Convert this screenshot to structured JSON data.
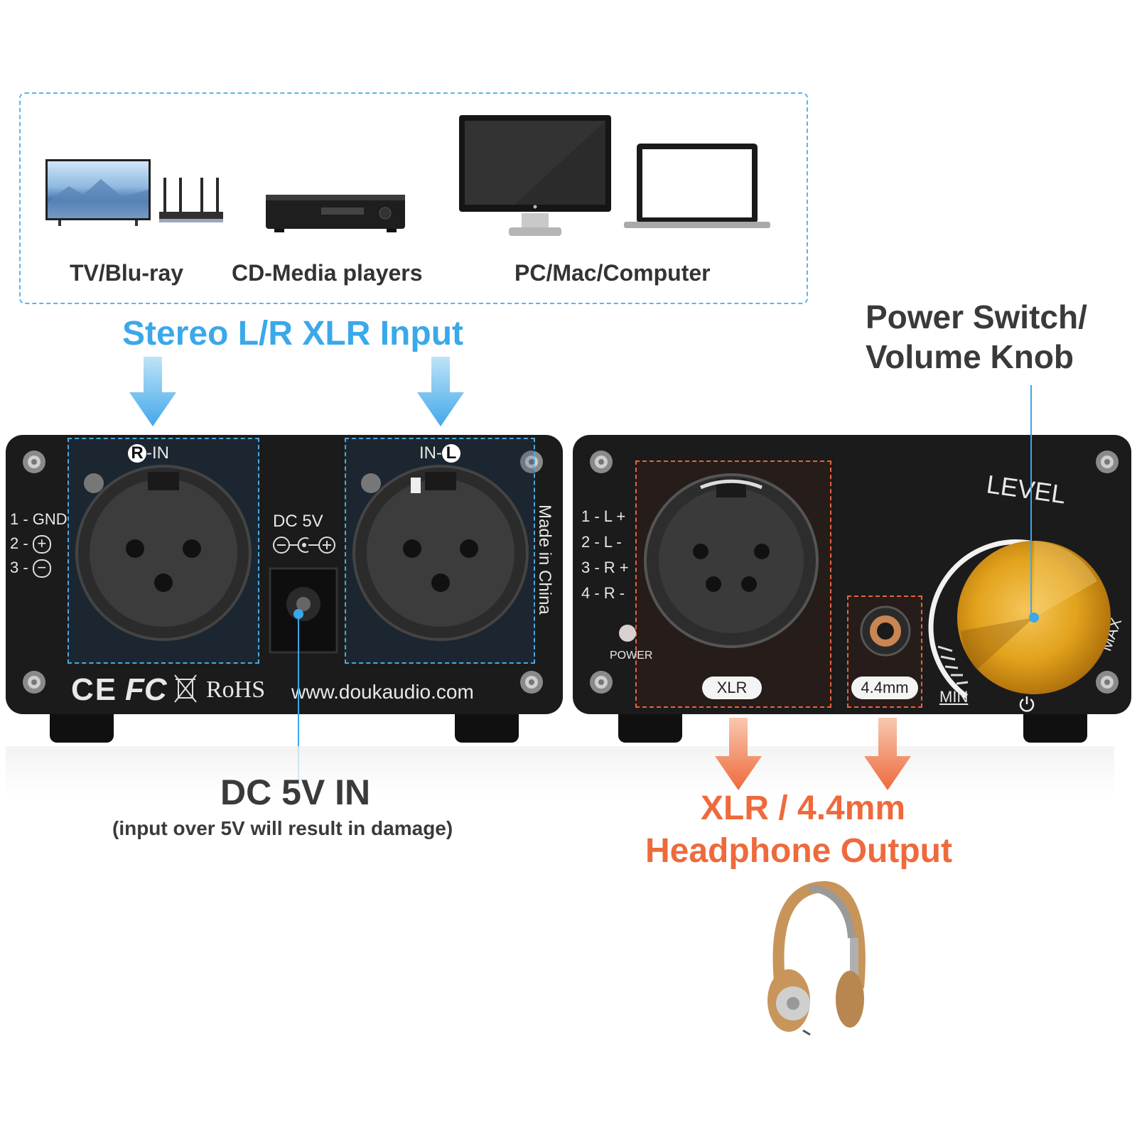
{
  "sources": {
    "tv_label": "TV/Blu-ray",
    "cd_label": "CD-Media players",
    "pc_label": "PC/Mac/Computer"
  },
  "input_heading": "Stereo L/R XLR Input",
  "power_heading": {
    "line1": "Power Switch/",
    "line2": "Volume Knob"
  },
  "back_panel": {
    "right_in": "-IN",
    "right_marker": "R",
    "left_in": "IN-",
    "left_marker": "L",
    "pin_labels": [
      "1 - GND",
      "2 -",
      "3 -"
    ],
    "dc_label": "DC 5V",
    "made_in": "Made in China",
    "rohs": "RoHS",
    "website": "www.doukaudio.com",
    "ce": "CE",
    "fc": "FC"
  },
  "front_panel": {
    "pin_labels": [
      "1 - L +",
      "2 - L -",
      "3 - R +",
      "4 - R -"
    ],
    "power_label": "POWER",
    "xlr_pill": "XLR",
    "mm_pill": "4.4mm",
    "level_label": "LEVEL",
    "min_label": "MIN",
    "max_label": "MAX"
  },
  "dc_heading": {
    "main": "DC 5V IN",
    "note": "(input over 5V will result in damage)"
  },
  "output_heading": {
    "line1": "XLR / 4.4mm",
    "line2": "Headphone Output"
  },
  "colors": {
    "input_blue": "#3aa8ea",
    "output_orange": "#ee6a3c",
    "knob_gold": "#e2a21c",
    "panel_black": "#1b1b1b"
  }
}
